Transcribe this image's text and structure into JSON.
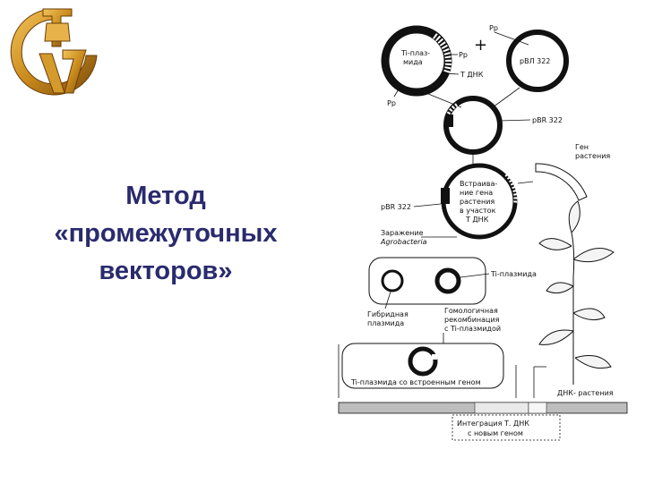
{
  "slide": {
    "title_lines": [
      "Метод",
      "«промежуточных",
      "векторов»"
    ]
  },
  "diagram": {
    "labels": {
      "pp_top": "Pp",
      "plus": "+",
      "ti_plasmid_in_circle": [
        "Ti-плаз-",
        "мида"
      ],
      "pp_right_of_ti": "Pp",
      "t_dna_arrow": "Т ДНК",
      "pp_bottom_left": "Pp",
      "pvl322_circle": "pВЛ 322",
      "pbr322_mid": "pBR 322",
      "gene_of_plant": [
        "Ген",
        "растения"
      ],
      "pbr322_left": "pBR 322",
      "insertion_text": [
        "Встраива-",
        "ние гена",
        "растения",
        "в участок",
        "Т ДНК"
      ],
      "infection": [
        "Заражение",
        "Agrobacteria"
      ],
      "ti_plasmid_label": "Ti-плазмида",
      "hybrid_plasmid": [
        "Гибридная",
        "плазмида"
      ],
      "homologous_recomb": [
        "Гомологичная",
        "рекомбинация",
        "с Ti-плазмидой"
      ],
      "ti_with_genome": "Ti-плазмида со встроенным геном",
      "plant_dna": "ДНК- растения",
      "integration": [
        "Интеграция Т. ДНК",
        "с новым геном"
      ]
    }
  }
}
